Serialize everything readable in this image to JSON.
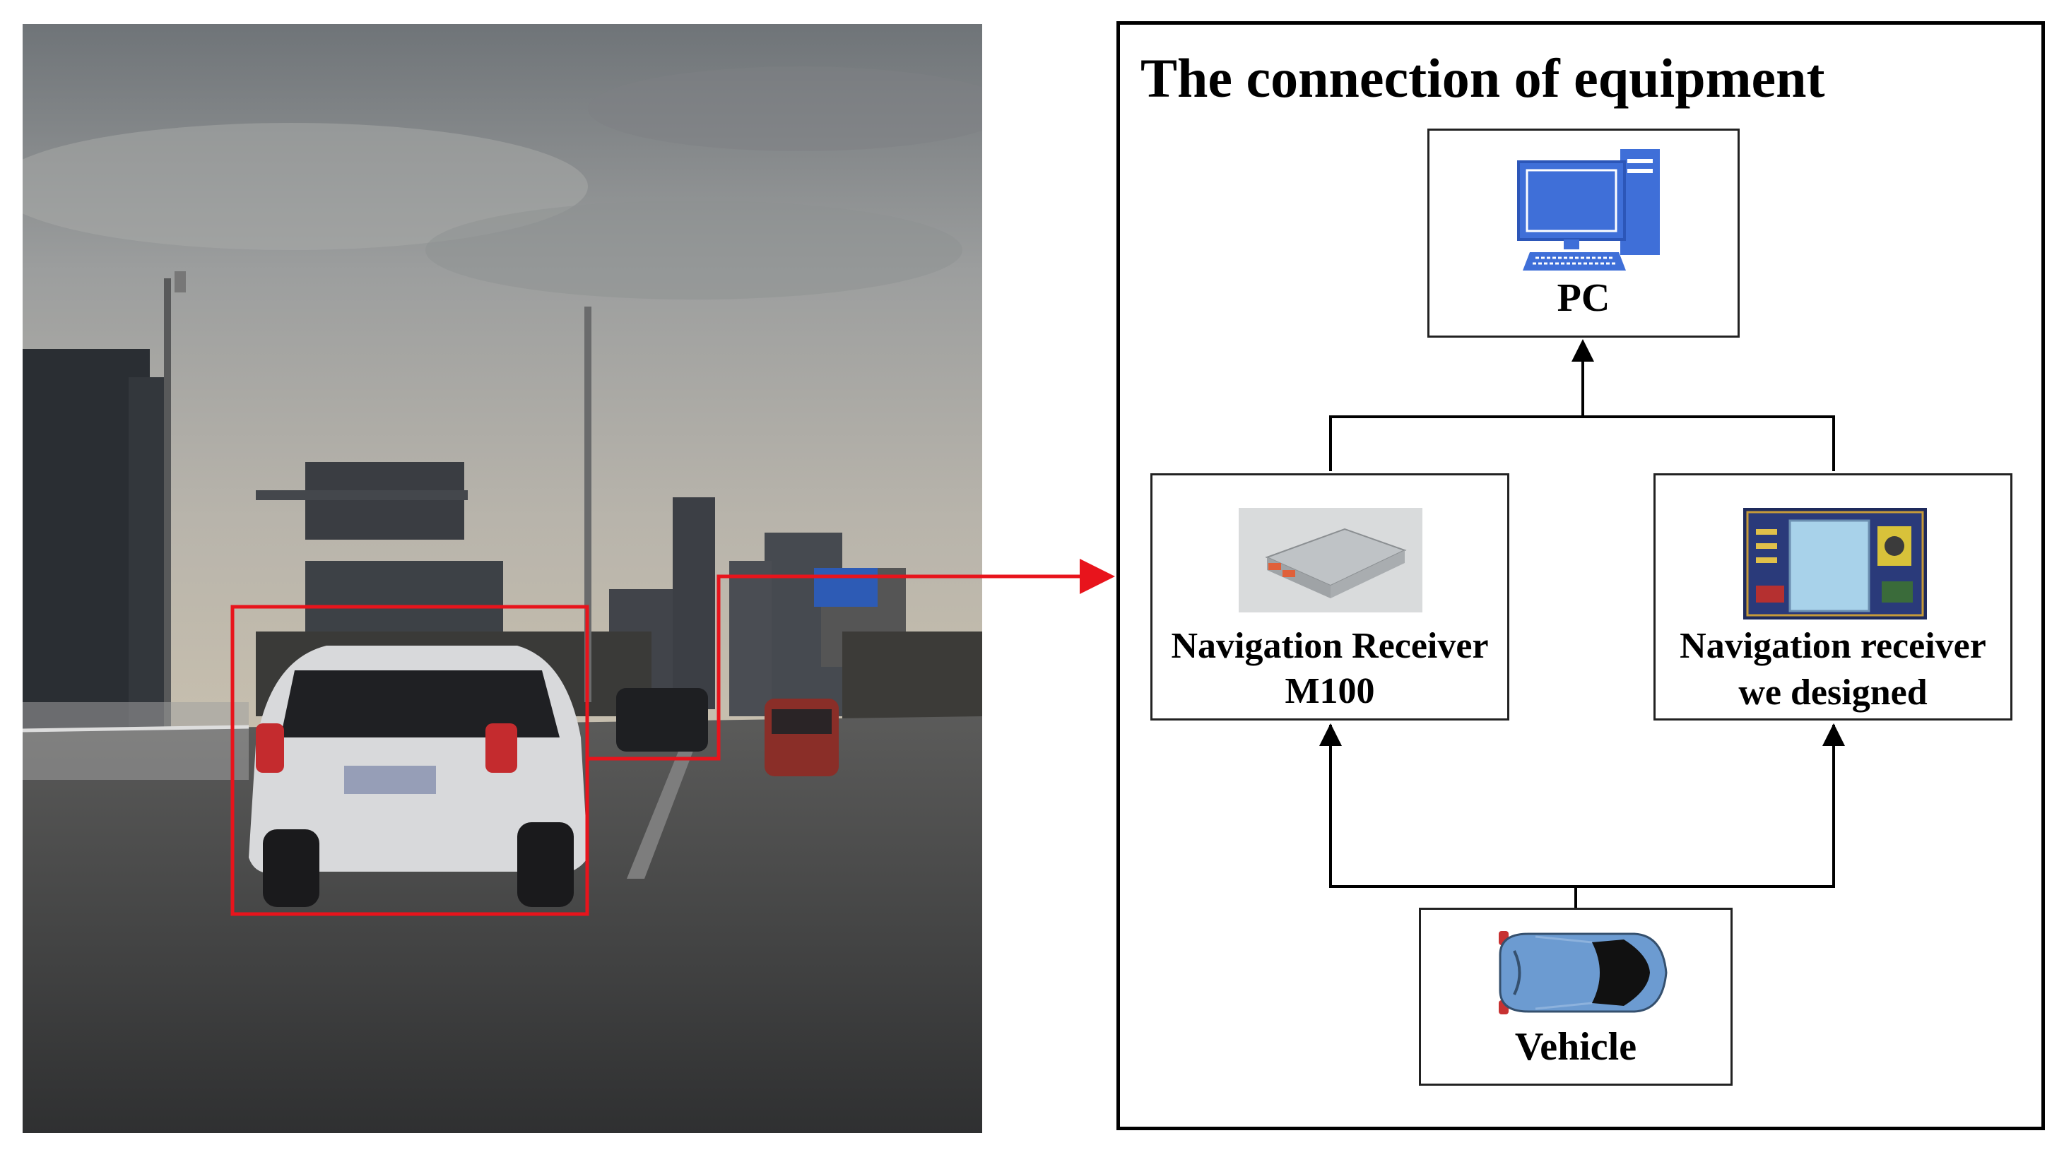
{
  "diagram": {
    "title": "The  connection of  equipment",
    "nodes": {
      "pc": {
        "label": "PC"
      },
      "m100": {
        "label_line1": "Navigation Receiver",
        "label_line2": "M100"
      },
      "designed": {
        "label_line1": "Navigation receiver",
        "label_line2": "we designed"
      },
      "vehicle": {
        "label": "Vehicle"
      }
    }
  },
  "photo": {
    "highlight_color": "#e8141c"
  },
  "colors": {
    "arrow": "#e8141c",
    "pc_blue": "#3f6fd8",
    "car_blue": "#6c9bd1"
  },
  "icons": [
    "pc-icon",
    "receiver-m100-image",
    "receiver-board-image",
    "vehicle-icon"
  ]
}
